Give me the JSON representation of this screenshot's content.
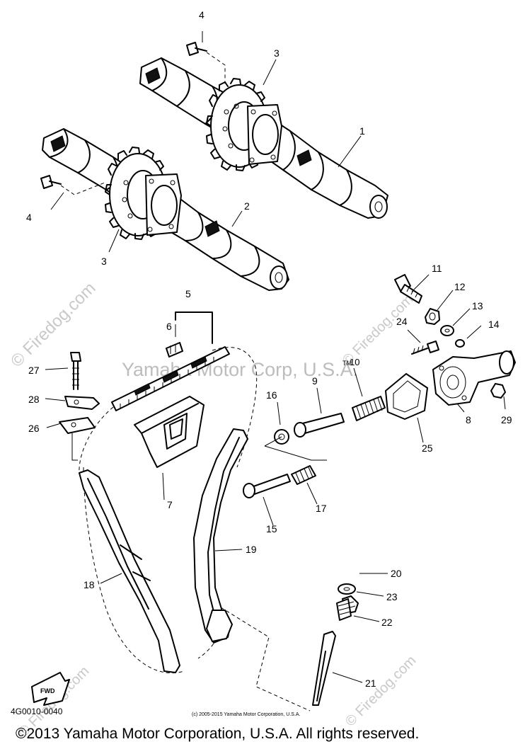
{
  "diagram": {
    "code": "4G0010-0040",
    "small_copyright": "(c) 2005-2015 Yamaha Motor Corporation, U.S.A.",
    "copyright": "©2013 Yamaha Motor Corporation, U.S.A. All rights reserved.",
    "watermark_center": "Yamaha Motor Corp, U.S.A.",
    "watermark_site": "© Firedog.com",
    "watermark_site_short": "© Firedog.com",
    "fwd": "FWD",
    "tm_mark": "TM",
    "callouts": [
      "1",
      "2",
      "3",
      "3",
      "4",
      "4",
      "5",
      "6",
      "7",
      "8",
      "9",
      "10",
      "11",
      "12",
      "13",
      "14",
      "15",
      "16",
      "17",
      "18",
      "19",
      "20",
      "21",
      "22",
      "23",
      "24",
      "25",
      "26",
      "27",
      "28",
      "29"
    ]
  }
}
